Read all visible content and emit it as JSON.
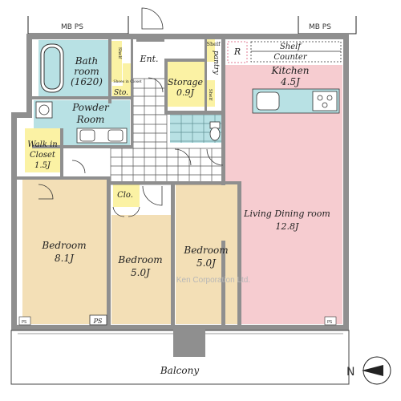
{
  "labels": {
    "mb_ps_left": "MB PS",
    "mb_ps_right": "MB PS",
    "ent": "Ent.",
    "bath_line1": "Bath",
    "bath_line2": "room",
    "bath_line3": "(1620)",
    "shelf_small": "Shelf",
    "shoes_in_closet": "Shoes in Closet",
    "sto": "Sto.",
    "powder_line1": "Powder",
    "powder_line2": "Room",
    "storage_name": "Storage",
    "storage_size": "0.9J",
    "shelf_tall": "Shelf",
    "pantry": "pantry",
    "shelf_narrow": "Shelf",
    "refrigerator": "R",
    "shelf_top": "Shelf",
    "counter": "Counter",
    "kitchen_name": "Kitchen",
    "kitchen_size": "4.5J",
    "wic_line1": "Walk in",
    "wic_line2": "Closet",
    "wic_size": "1.5J",
    "clo": "Clo.",
    "ldk_name": "Living Dining room",
    "ldk_size": "12.8J",
    "bed1_name": "Bedroom",
    "bed1_size": "8.1J",
    "bed2_name": "Bedroom",
    "bed2_size": "5.0J",
    "bed3_name": "Bedroom",
    "bed3_size": "5.0J",
    "watermark": "Ken Corporation Ltd.",
    "ps_bottom": "PS",
    "ps_tiny_left": "PS",
    "ps_tiny_right": "PS",
    "balcony": "Balcony",
    "north": "N"
  },
  "colors": {
    "wall": "#8f8f8f",
    "bedroom": "#f3dfb6",
    "living": "#f6ccd0",
    "wet": "#b8e1e4",
    "closet": "#fbf2a4",
    "tile_grid": "#555555",
    "outline": "#222222"
  }
}
